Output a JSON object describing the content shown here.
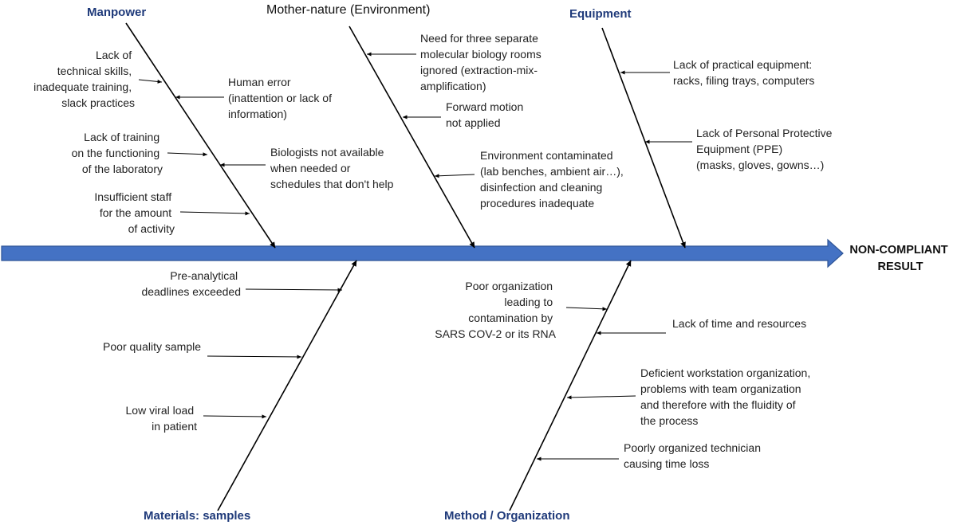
{
  "colors": {
    "spine_fill": "#4472C4",
    "spine_stroke": "#2F5597",
    "category_text": "#1F3A7A",
    "line": "#000000"
  },
  "effect": [
    "NON-COMPLIANT",
    "RESULT"
  ],
  "categories": {
    "manpower": "Manpower",
    "environment": "Mother-nature (Environment)",
    "equipment": "Equipment",
    "materials": "Materials: samples",
    "method": "Method / Organization"
  },
  "causes": {
    "manpower": [
      [
        "Lack of",
        "technical skills,",
        "inadequate training,",
        "slack practices"
      ],
      [
        "Human error",
        "(inattention or lack of",
        "information)"
      ],
      [
        "Lack of training",
        "on the functioning",
        "of the laboratory"
      ],
      [
        "Biologists not available",
        "when needed or",
        "schedules that don't help"
      ],
      [
        "Insufficient staff",
        "for the amount",
        "of activity"
      ]
    ],
    "environment": [
      [
        "Need for three separate",
        "molecular biology rooms",
        "ignored (extraction-mix-",
        "amplification)"
      ],
      [
        "Forward motion",
        "not applied"
      ],
      [
        "Environment contaminated",
        "(lab benches, ambient air…),",
        "disinfection and cleaning",
        "procedures inadequate"
      ]
    ],
    "equipment": [
      [
        "Lack of practical equipment:",
        "racks, filing trays, computers"
      ],
      [
        "Lack of Personal  Protective",
        "Equipment (PPE)",
        "(masks, gloves, gowns…)"
      ]
    ],
    "materials": [
      [
        "Pre-analytical",
        "deadlines exceeded"
      ],
      [
        "Poor quality sample"
      ],
      [
        "Low viral load",
        "in patient"
      ]
    ],
    "method": [
      [
        "Poor organization",
        "leading to",
        "contamination by",
        "SARS COV-2 or its RNA"
      ],
      [
        "Lack of time and resources"
      ],
      [
        "Deficient workstation organization,",
        "problems with team organization",
        "and therefore with the fluidity of",
        "the process"
      ],
      [
        "Poorly organized technician",
        "causing time loss"
      ]
    ]
  }
}
